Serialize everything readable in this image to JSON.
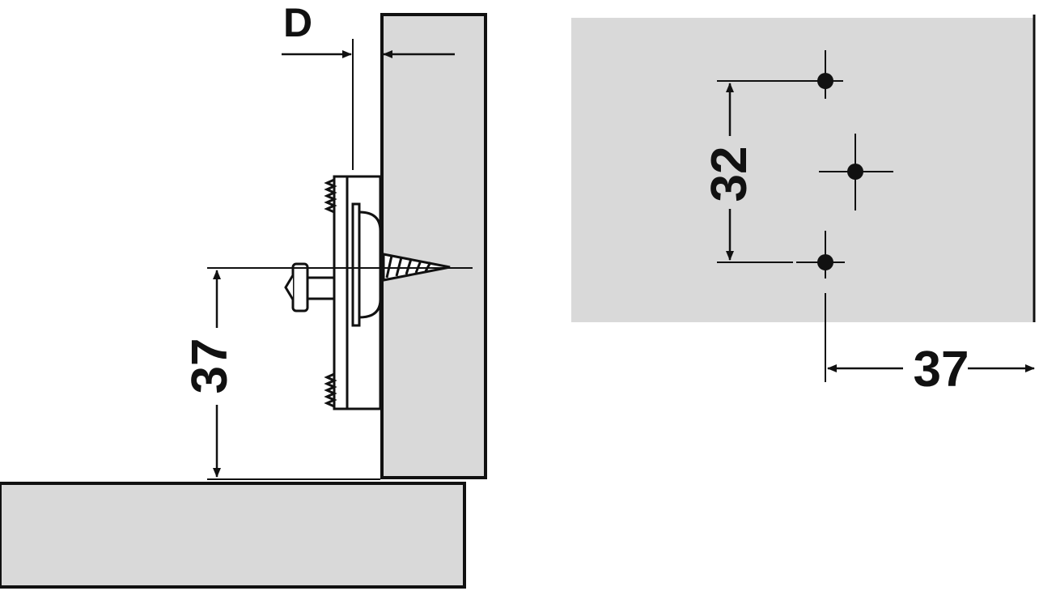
{
  "labels": {
    "offset": "D",
    "vertical_side": "37",
    "hole_spacing": "32",
    "horizontal_front": "37"
  },
  "colors": {
    "panel_fill": "#d9d9d9",
    "stroke": "#111111",
    "background": "#ffffff"
  }
}
